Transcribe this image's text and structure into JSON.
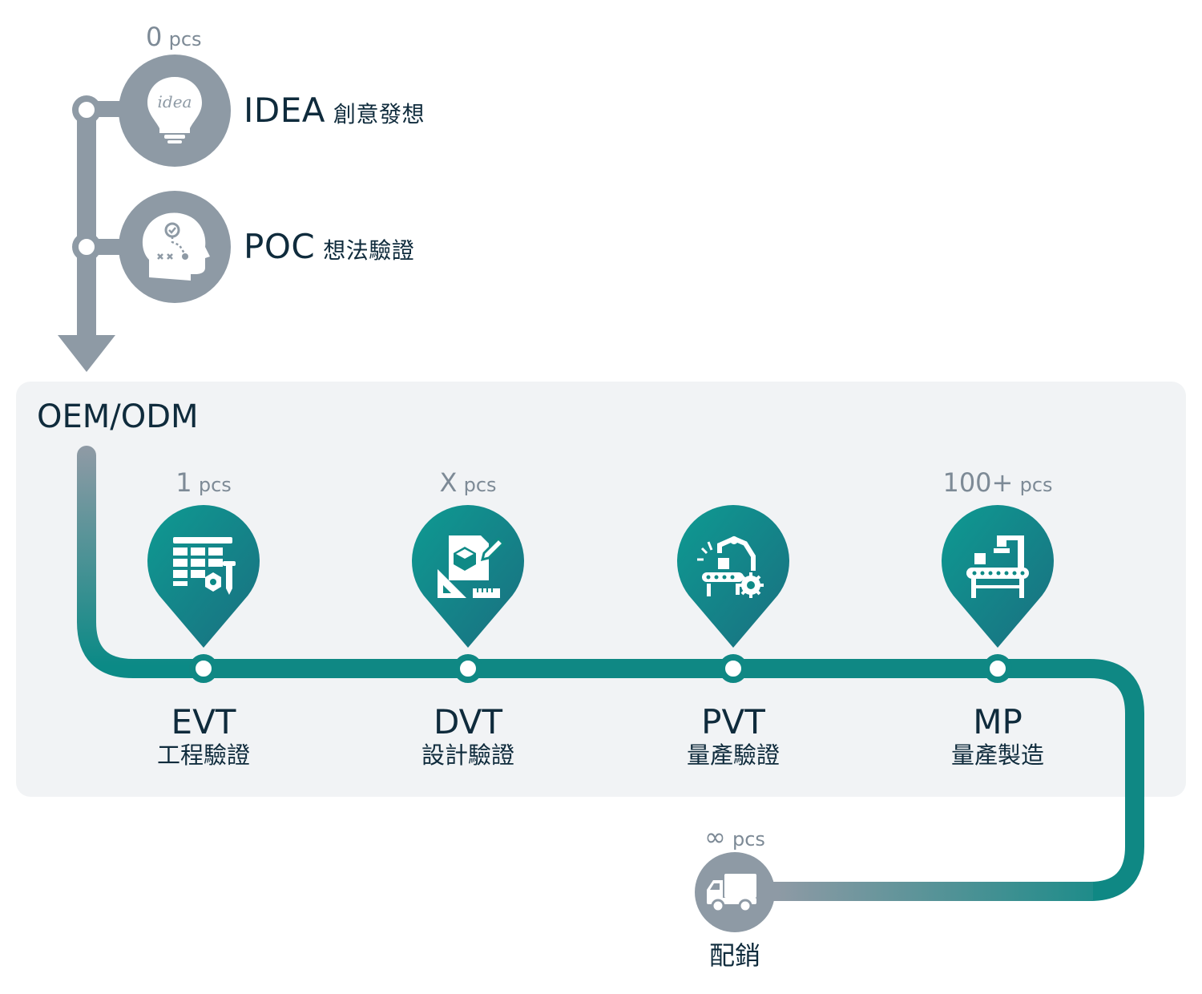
{
  "pre_stages": [
    {
      "code": "IDEA",
      "name": "創意發想",
      "qty_num": "0",
      "qty_unit": "pcs",
      "icon": "lightbulb-idea-icon"
    },
    {
      "code": "POC",
      "name": "想法驗證",
      "qty_num": "",
      "qty_unit": "",
      "icon": "head-strategy-icon"
    }
  ],
  "panel": {
    "title": "OEM/ODM"
  },
  "stages": [
    {
      "code": "EVT",
      "name": "工程驗證",
      "qty_num": "1",
      "qty_unit": "pcs",
      "icon": "spreadsheet-screw-icon"
    },
    {
      "code": "DVT",
      "name": "設計驗證",
      "qty_num": "X",
      "qty_unit": "pcs",
      "icon": "design-drafting-icon"
    },
    {
      "code": "PVT",
      "name": "量產驗證",
      "qty_num": "",
      "qty_unit": "",
      "icon": "robot-arm-conveyor-icon"
    },
    {
      "code": "MP",
      "name": "量產製造",
      "qty_num": "100+",
      "qty_unit": "pcs",
      "icon": "production-line-icon"
    }
  ],
  "distribution": {
    "name": "配銷",
    "qty_num": "∞",
    "qty_unit": "pcs",
    "icon": "delivery-truck-icon"
  },
  "colors": {
    "gray": "#8e9aa5",
    "teal": "#0b8a86",
    "teal_dark": "#147a82",
    "text": "#0f2b3c",
    "qty": "#7d8a96",
    "panel": "#f1f3f5"
  }
}
